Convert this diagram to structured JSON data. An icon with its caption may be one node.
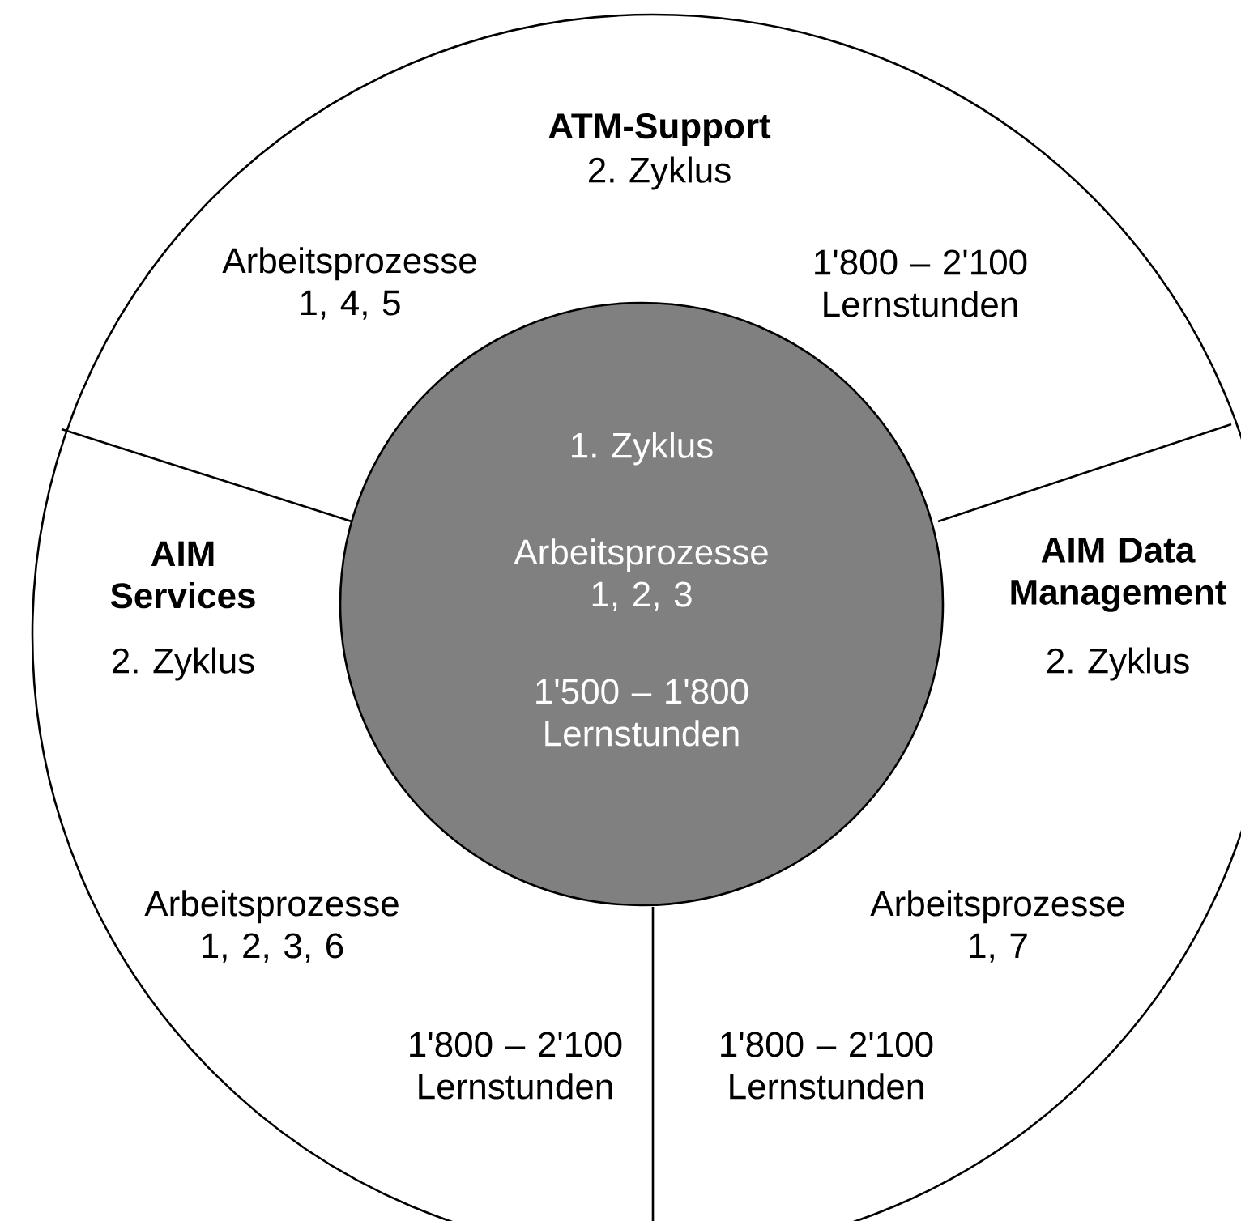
{
  "diagram": {
    "nodes": [
      {
        "text": [
          "1. Zyklus",
          "Arbeitsprozesse 1, 2, 3",
          "1'500 – 1'800 Lernstunden"
        ]
      },
      {
        "text": [
          "ATM-Support",
          "2. Zyklus",
          "Arbeitsprozesse 1, 4, 5",
          "1'800 – 2'100 Lernstunden"
        ]
      },
      {
        "text": [
          "AIM Services",
          "2. Zyklus",
          "Arbeitsprozesse 1, 2, 3, 6",
          "1'800 – 2'100 Lernstunden"
        ]
      },
      {
        "text": [
          "AIM Data Management",
          "2. Zyklus",
          "Arbeitsprozesse 1, 7",
          "1'800 – 2'100 Lernstunden"
        ]
      }
    ]
  }
}
